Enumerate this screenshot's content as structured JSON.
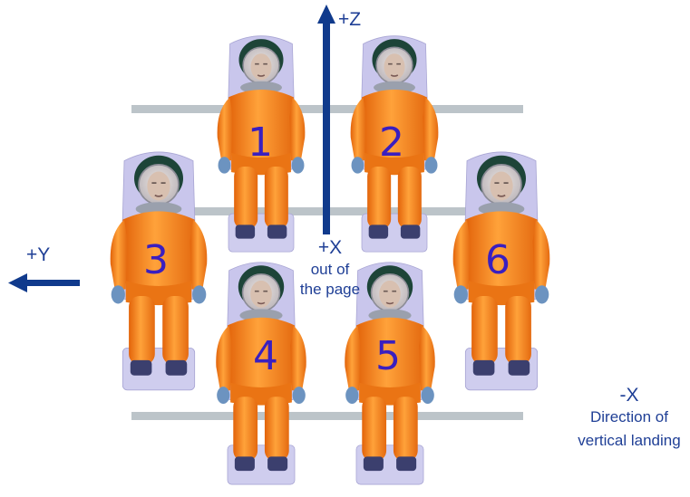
{
  "axes": {
    "z_label": "+Z",
    "y_label": "+Y",
    "x_plus_label": "+X",
    "x_plus_line1": "out of",
    "x_plus_line2": "the page",
    "x_minus_label": "-X",
    "x_minus_line1": "Direction of",
    "x_minus_line2": "vertical landing"
  },
  "seats": [
    {
      "number": "1"
    },
    {
      "number": "2"
    },
    {
      "number": "3"
    },
    {
      "number": "4"
    },
    {
      "number": "5"
    },
    {
      "number": "6"
    }
  ],
  "colors": {
    "suit": "#ff8a1a",
    "suit_shade": "#e4650a",
    "seat": "#c9c6ec",
    "rail": "#bcc4c9",
    "helmet": "#1d4438",
    "glove": "#6c93c0",
    "boot": "#3b3f6e",
    "axis": "#103a8c",
    "number": "#3a1fbf"
  }
}
